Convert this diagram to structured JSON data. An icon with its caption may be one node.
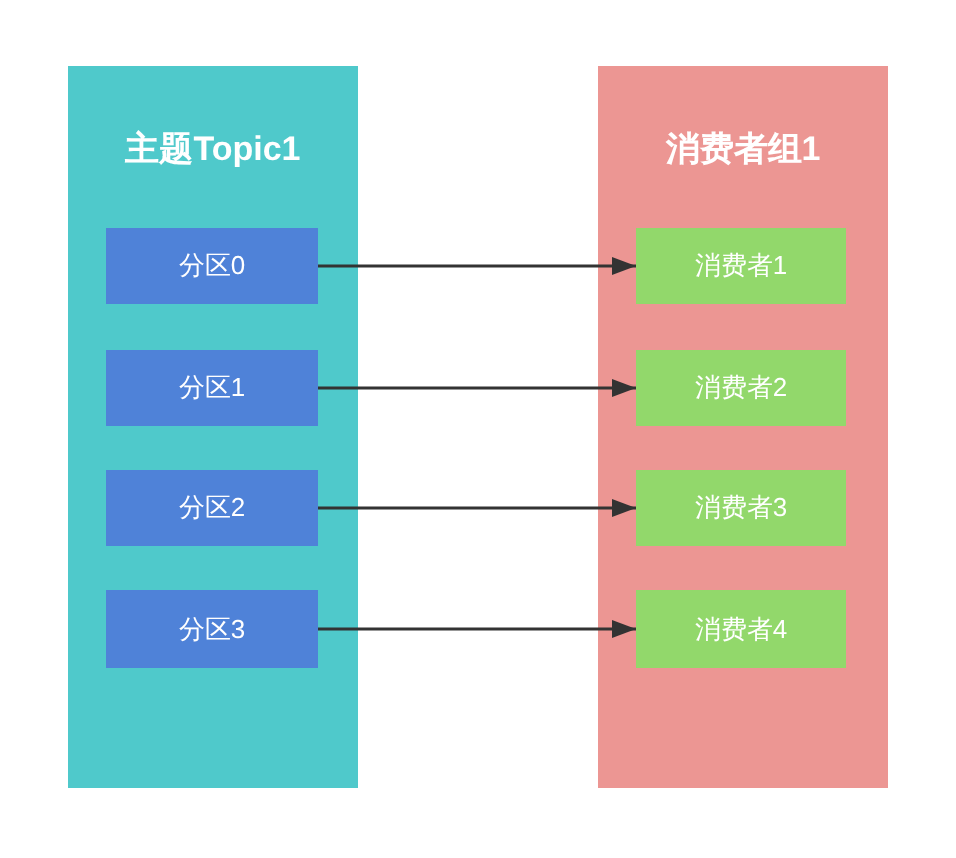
{
  "diagram": {
    "nodes": [
      {
        "text": [
          "主题Topic1"
        ]
      },
      {
        "text": [
          "分区0"
        ],
        "in": 0
      },
      {
        "text": [
          "分区1"
        ],
        "in": 0
      },
      {
        "text": [
          "分区2"
        ],
        "in": 0
      },
      {
        "text": [
          "分区3"
        ],
        "in": 0
      },
      {
        "text": [
          "消费者组1"
        ]
      },
      {
        "text": [
          "消费者1"
        ],
        "in": 5
      },
      {
        "text": [
          "消费者2"
        ],
        "in": 5
      },
      {
        "text": [
          "消费者3"
        ],
        "in": 5
      },
      {
        "text": [
          "消费者4"
        ],
        "in": 5
      }
    ],
    "edges": [
      {
        "from": 1,
        "to": 6,
        "arrow": "to"
      },
      {
        "from": 2,
        "to": 7,
        "arrow": "to"
      },
      {
        "from": 3,
        "to": 8,
        "arrow": "to"
      },
      {
        "from": 4,
        "to": 9,
        "arrow": "to"
      }
    ]
  }
}
